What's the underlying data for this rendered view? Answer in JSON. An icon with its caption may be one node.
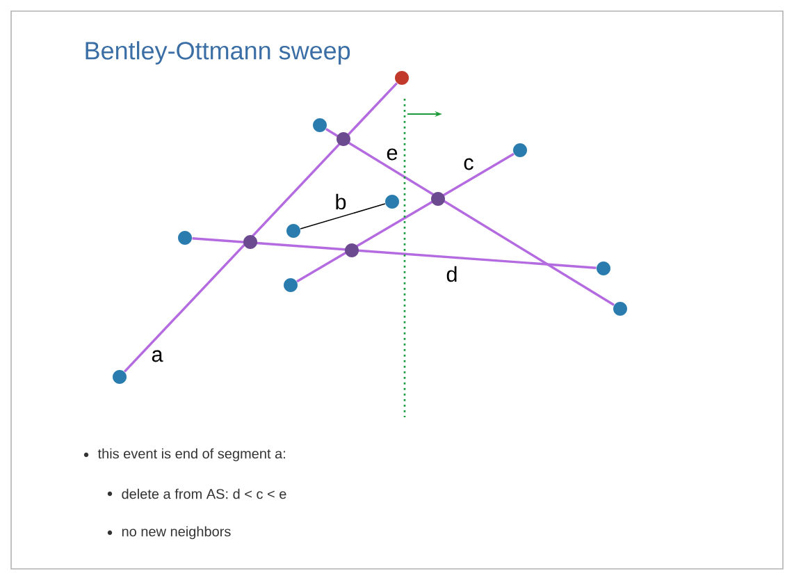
{
  "diagram": {
    "title": "Bentley-Ottmann sweep",
    "nodes": [
      {
        "text": [],
        "shape": "circle"
      },
      {
        "text": [],
        "shape": "circle"
      },
      {
        "text": [],
        "shape": "circle"
      },
      {
        "text": [],
        "shape": "circle"
      },
      {
        "text": [],
        "shape": "circle"
      },
      {
        "text": [],
        "shape": "circle"
      },
      {
        "text": [],
        "shape": "circle"
      },
      {
        "text": [],
        "shape": "circle"
      },
      {
        "text": [],
        "shape": "circle"
      },
      {
        "text": [],
        "shape": "circle"
      }
    ],
    "edges": [
      {
        "from": 0,
        "to": 6,
        "arrow": "none",
        "label": "a"
      },
      {
        "from": 3,
        "to": 5,
        "arrow": "none",
        "label": "b",
        "color": "#000000"
      },
      {
        "from": 2,
        "to": 7,
        "arrow": "none",
        "label": "c"
      },
      {
        "from": 1,
        "to": 8,
        "arrow": "none",
        "label": "d"
      },
      {
        "from": 4,
        "to": 9,
        "arrow": "none",
        "label": "e"
      }
    ],
    "labels": [
      "this event is end of segment a:",
      "delete a from AS: d < c < e",
      "no new neighbors"
    ]
  }
}
